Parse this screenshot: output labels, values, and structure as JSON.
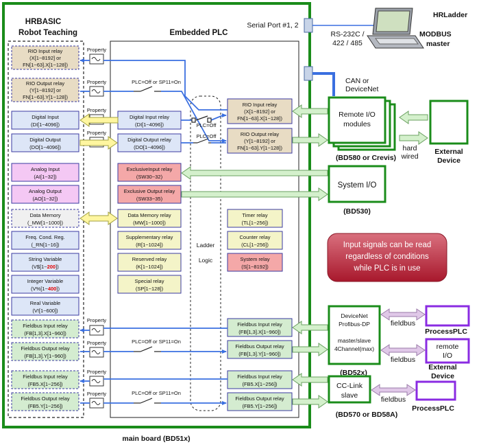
{
  "labels": {
    "hrbasic_line1": "HRBASIC",
    "hrbasic_line2": "Robot Teaching",
    "embedded_plc": "Embedded PLC",
    "serial_port": "Serial Port #1, 2",
    "rs232": "RS-232C /",
    "rs422": "422 / 485",
    "hrladder": "HRLadder",
    "modbus1": "MODBUS",
    "modbus2": "master",
    "can1": "CAN or",
    "can2": "DeviceNet",
    "hard_wired1": "hard",
    "hard_wired2": "wired",
    "external_device1": "External",
    "external_device2": "Device",
    "remote_io1": "Remote I/O",
    "remote_io2": "modules",
    "bd580": "(BD580 or Crevis)",
    "system_io": "System I/O",
    "bd530": "(BD530)",
    "ladder": "Ladder",
    "logic": "Logic",
    "plc_off_sp11_on": "PLC=Off or SP11=On",
    "plc_off": "PLC=Off",
    "property": "Property",
    "main_board": "main board (BD51x)",
    "note_line1": "Input signals can be read",
    "note_line2": "regardless of conditions",
    "note_line3": "while PLC is in use",
    "fieldbus": "fieldbus",
    "processplc": "ProcessPLC",
    "remote_io_small1": "remote",
    "remote_io_small2": "I/O",
    "devicenet": "DeviceNet",
    "profibus": "Profibus-DP",
    "master_slave": "master/slave",
    "four_channel": "4Channel(max)",
    "bd52x": "(BD52x)",
    "cclink1": "CC-Link",
    "cclink2": "slave",
    "bd570": "(BD570 or BD58A)"
  },
  "robot": {
    "rio_in": [
      "RIO Input relay",
      "(X[1~8192] or",
      "FN[1~63].X[1~128])"
    ],
    "rio_out": [
      "RIO Output relay",
      "(Y[1~8192] or",
      "FN[1~63].Y[1~128])"
    ],
    "digital_in": [
      "Digital Input",
      "(DI[1~4096])"
    ],
    "digital_out": [
      "Digital Output",
      "(DO[1~4096])"
    ],
    "analog_in": [
      "Analog Input",
      "(AI[1~32])"
    ],
    "analog_out": [
      "Analog Output",
      "(AO[1~32])"
    ],
    "data_mem": [
      "Data Memory",
      "(_MW[1~1000])"
    ],
    "freq": [
      "Freq. Cond. Reg.",
      "(_RN[1~16])"
    ],
    "string_var": [
      "String Variable",
      "(V$[1~",
      "200",
      "])"
    ],
    "int_var": [
      "Integer Variable",
      "(V%[1~",
      "400",
      "])"
    ],
    "real_var": [
      "Real Variable",
      "(V![1~600])"
    ],
    "fb_in": [
      "Fieldbus Input relay",
      "(FB[1,3].X[1~960])"
    ],
    "fb_out": [
      "Fieldbus Output relay",
      "(FB[1,3].Y[1~960])"
    ],
    "fb5_in": [
      "Fieldbus Input relay",
      "(FB5.X[1~256])"
    ],
    "fb5_out": [
      "Fieldbus Output relay",
      "(FB5.Y[1~256])"
    ]
  },
  "plc": {
    "digital_in": [
      "Digital Input relay",
      "(DI[1~4096])"
    ],
    "digital_out": [
      "Digital Output relay",
      "(DO[1~4096])"
    ],
    "excl_in": [
      "ExclusiveInput relay",
      "(SW30~32)"
    ],
    "excl_out": [
      "Exclusive Output relay",
      "(SW33~35)"
    ],
    "data_mem": [
      "Data Memory relay",
      "(MW[1~1000])"
    ],
    "supp": [
      "Supplementary relay",
      "(R[1~1024])"
    ],
    "reserved": [
      "Reserved relay",
      "(K[1~1024])"
    ],
    "special": [
      "Special relay",
      "(SP[1~128])"
    ],
    "rio_in": [
      "RIO Input relay",
      "(X[1~8192] or",
      "FN[1~63].X[1~128])"
    ],
    "rio_out": [
      "RIO Output relay",
      "(Y[1~8192] or",
      "FN[1~63].Y[1~128])"
    ],
    "timer": [
      "Timer relay",
      "(TL[1~256])"
    ],
    "counter": [
      "Counter relay",
      "(CL[1~256])"
    ],
    "system": [
      "System relay",
      "(S[1~8192])"
    ],
    "fb_in": [
      "Fieldbus Input relay",
      "(FB[1,3].X[1~960])"
    ],
    "fb_out": [
      "Fieldbus Output relay",
      "(FB[1,3].Y[1~960])"
    ],
    "fb5_in": [
      "Fieldbus Input relay",
      "(FB5.X[1~256])"
    ],
    "fb5_out": [
      "Fieldbus Output relay",
      "(FB5.Y[1~256])"
    ]
  },
  "colors": {
    "green_border": "#1a8c1a",
    "blue_arrow": "#3a6fe0",
    "tan_box": "#e8dcc4",
    "blue_box": "#dde6f7",
    "pink_box": "#f4c8f4",
    "red_box": "#f4a8a8",
    "note_red": "#b8283c",
    "purple": "#8a2be2"
  }
}
